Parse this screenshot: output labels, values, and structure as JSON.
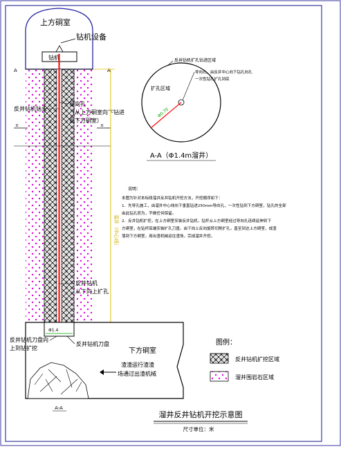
{
  "labels": {
    "upper_chamber": "上方硐室",
    "drill_equipment": "钻机设备",
    "drill_rig": "钻机",
    "reverse_bit_drilling": "反井钻机钻头",
    "pilot_hole_a": "导向孔",
    "pilot_hole_b": "（从上方硐室向下钻进",
    "pilot_hole_c": "到下方硐室）",
    "rod_up_a": "反井钻机",
    "rod_up_b": "从下向上扩孔",
    "bit_install_a": "反井钻机刀盘向",
    "bit_install_b": "上到钻扩挖",
    "bit_head": "反井钻机刀盘",
    "lower_chamber": "下方硐室",
    "muck_a": "渣渣运行渣渣",
    "muck_b": "场通过出渣机械",
    "section_ref": "A-A",
    "top_a": "A",
    "vertical_dim": "溜井（中心线）",
    "diameter_tag": "Φ1.4"
  },
  "section": {
    "title": "A-A（Φ1.4m溜井）",
    "label_outer": "反井钻机扩孔钻进区域",
    "label_center_a": "导向孔，由反井中心向下钻孔向孔",
    "label_center_b": "一次性钻孔扩孔到底",
    "label_ream": "扩孔区域",
    "radius_tag": "Φ0.70"
  },
  "notes": {
    "heading": "说明：",
    "line1": "本图为针对本标段溜井反井钻机开挖方法，开挖顺序如下：",
    "line2": "1．先导孔施工，由溜井中心线向下垂直钻进250mm导向孔，一次性钻到下方硐室，钻孔的全部",
    "line3": "由此钻孔而为，不做任何保留。",
    "line4": "2．反井钻机扩挖，在上方硐室安装反井钻机，钻杆从上方硐室经过导向孔连续延伸到下",
    "line5": "方硐室，在钻杆底端安装扩孔刀盘，由下向上反向旋转切削扩孔，直至到达上方硐室，成渣",
    "line6": "落到下方硐室，用出渣机械运往渣场，完成溜井开挖。"
  },
  "legend": {
    "title": "图例：",
    "items": [
      {
        "label": "反井钻机扩挖区域",
        "pattern": "crosshatch"
      },
      {
        "label": "溜井围岩石区域",
        "pattern": "dots"
      }
    ]
  },
  "footer": {
    "title": "溜井反井钻机开挖示意图",
    "unit": "尺寸单位：米"
  },
  "colors": {
    "line": "#000080",
    "pilot": "#ff0000",
    "dots": "#e000e0",
    "dim": "#e0c000",
    "radius": "#00aa00"
  }
}
